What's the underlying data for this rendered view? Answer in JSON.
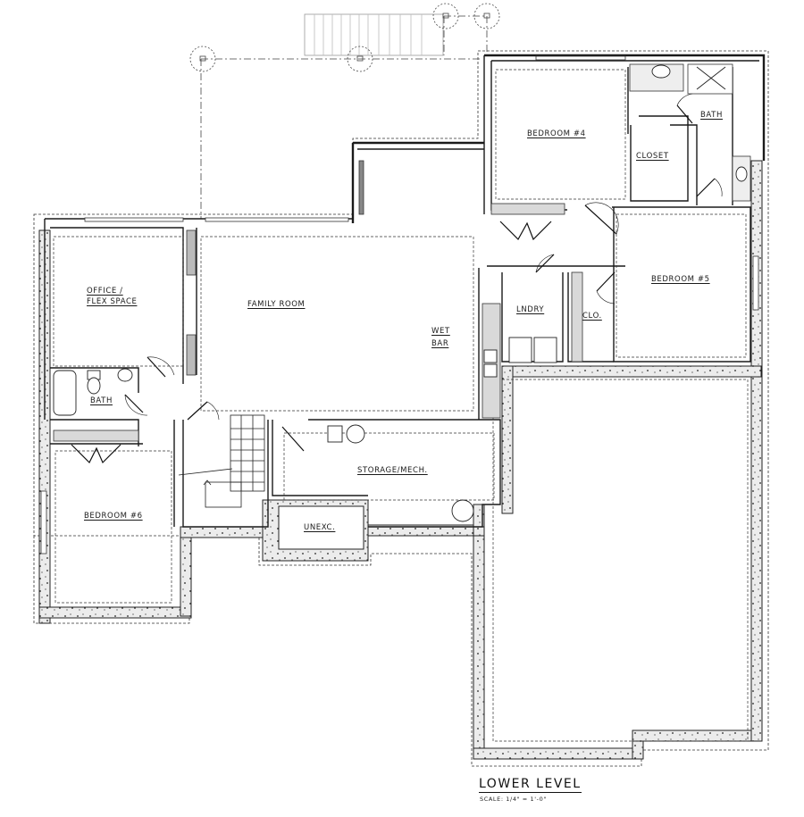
{
  "plan": {
    "title": "LOWER LEVEL",
    "scale": "SCALE: 1/4\" = 1'-0\"",
    "colors": {
      "wall": "#1a1a1a",
      "foundation_fill": "#e8e8e8",
      "cabinet_fill": "#d9d9d9",
      "background": "#ffffff"
    }
  },
  "rooms": {
    "bedroom4": "BEDROOM #4",
    "bedroom5": "BEDROOM #5",
    "bedroom6": "BEDROOM #6",
    "closet": "CLOSET",
    "bath_upper": "BATH",
    "bath_lower": "BATH",
    "office_line1": "OFFICE /",
    "office_line2": "FLEX SPACE",
    "family_room": "FAMILY ROOM",
    "wet_bar_line1": "WET",
    "wet_bar_line2": "BAR",
    "laundry": "LNDRY",
    "clo": "CLO.",
    "storage": "STORAGE/MECH.",
    "unexcavated": "UNEXC."
  }
}
